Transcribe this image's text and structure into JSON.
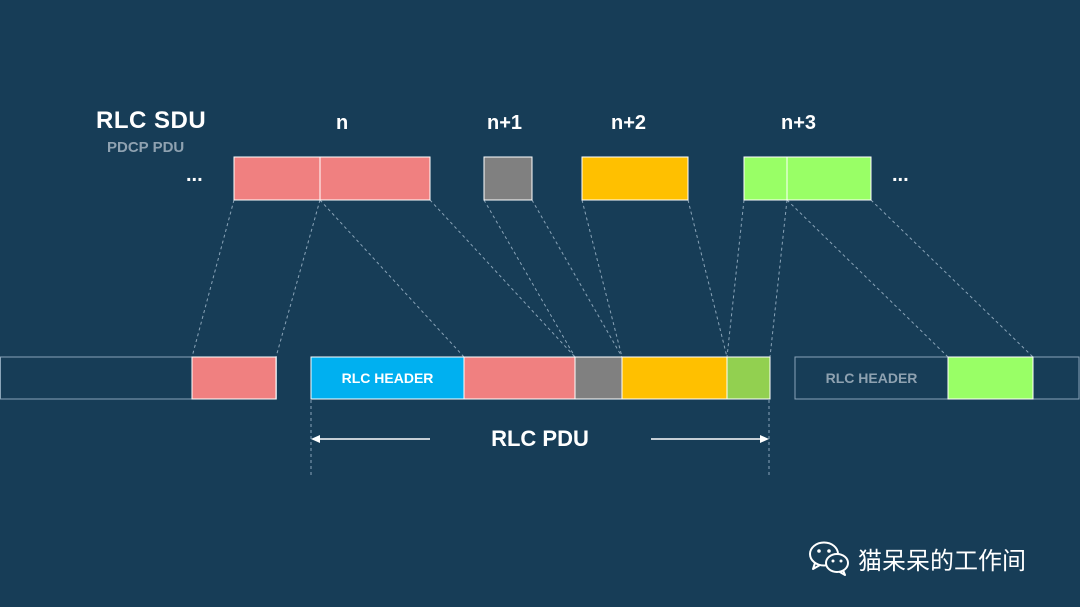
{
  "sdu": {
    "title": "RLC SDU",
    "subtitle": "PDCP PDU",
    "ellipsis_left": "...",
    "ellipsis_right": "...",
    "labels": [
      "n",
      "n+1",
      "n+2",
      "n+3"
    ]
  },
  "pdu": {
    "label": "RLC PDU",
    "header_label": "RLC HEADER",
    "next_header_label": "RLC HEADER"
  },
  "colors": {
    "background": "#173d57",
    "sdu_n": "#f08080",
    "sdu_n1": "#808080",
    "sdu_n2": "#ffc000",
    "sdu_n3": "#99ff66",
    "sdu_n3_tail": "#92d050",
    "header": "#00b0f0",
    "outline": "#8aa4b8"
  },
  "watermark": {
    "icon": "wechat-icon",
    "text": "猫呆呆的工作间"
  }
}
